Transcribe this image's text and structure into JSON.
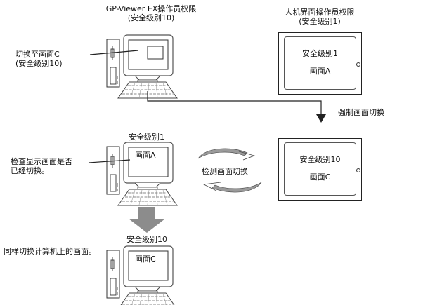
{
  "top_section": {
    "pc_title_line1": "GP-Viewer EX操作员权限",
    "pc_title_line2": "(安全级别10)",
    "pc_annotation_line1": "切换至画面C",
    "pc_annotation_line2": "(安全级别10)",
    "hmi_title_line1": "人机界面操作员权限",
    "hmi_title_line2": "(安全级别1)",
    "hmi_screen_level": "安全级别1",
    "hmi_screen_name": "画面A",
    "force_switch_label": "强制画面切换"
  },
  "middle_section": {
    "pc_level_label": "安全级别1",
    "pc_screen_name": "画面A",
    "pc_annotation_line1": "检查显示画面是否",
    "pc_annotation_line2": "已经切换。",
    "detect_label": "检测画面切换",
    "hmi_screen_level": "安全级别10",
    "hmi_screen_name": "画面C"
  },
  "bottom_section": {
    "pc_level_label": "安全级别10",
    "pc_screen_name": "画面C",
    "annotation": "同样切换计算机上的画面。"
  },
  "colors": {
    "line": "#222222",
    "big_arrow": "#8c8c8c",
    "curved_arrow_fill": "#9a9a9a"
  }
}
